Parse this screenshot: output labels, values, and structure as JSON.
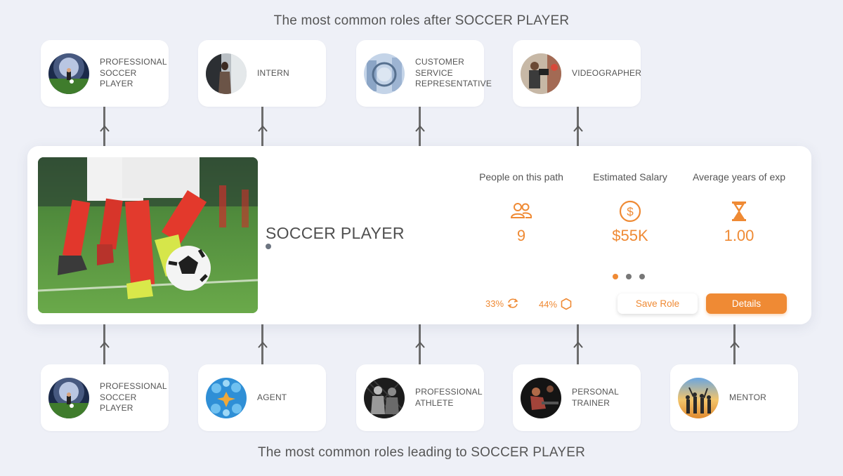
{
  "titles": {
    "top": "The most common roles after SOCCER PLAYER",
    "bottom": "The most common roles leading to SOCCER PLAYER"
  },
  "next_roles": [
    {
      "label": "PROFESSIONAL SOCCER PLAYER",
      "image": "stadium-player"
    },
    {
      "label": "INTERN",
      "image": "person-window"
    },
    {
      "label": "CUSTOMER SERVICE REPRESENTATIVE",
      "image": "city-glass"
    },
    {
      "label": "VIDEOGRAPHER",
      "image": "camera-operator"
    }
  ],
  "previous_roles": [
    {
      "label": "PROFESSIONAL SOCCER PLAYER",
      "image": "stadium-player"
    },
    {
      "label": "AGENT",
      "image": "blue-network"
    },
    {
      "label": "PROFESSIONAL ATHLETE",
      "image": "boxers"
    },
    {
      "label": "PERSONAL TRAINER",
      "image": "gym-trainer"
    },
    {
      "label": "MENTOR",
      "image": "sunset-group"
    }
  ],
  "current_role": {
    "title": "SOCCER PLAYER",
    "image": "soccer-cleats-ball",
    "stats": [
      {
        "label": "People on this path",
        "value": "9",
        "icon": "people-icon"
      },
      {
        "label": "Estimated Salary",
        "value": "$55K",
        "icon": "dollar-coin-icon"
      },
      {
        "label": "Average years of exp",
        "value": "1.00",
        "icon": "hourglass-icon"
      }
    ],
    "pager": {
      "total": 3,
      "active": 1
    },
    "percentages": [
      {
        "value": "33%",
        "icon": "refresh-icon"
      },
      {
        "value": "44%",
        "icon": "hexagon-icon"
      }
    ],
    "buttons": {
      "save": "Save Role",
      "details": "Details"
    }
  },
  "colors": {
    "accent": "#ef8a34",
    "background": "#eef0f7",
    "card": "#ffffff"
  }
}
